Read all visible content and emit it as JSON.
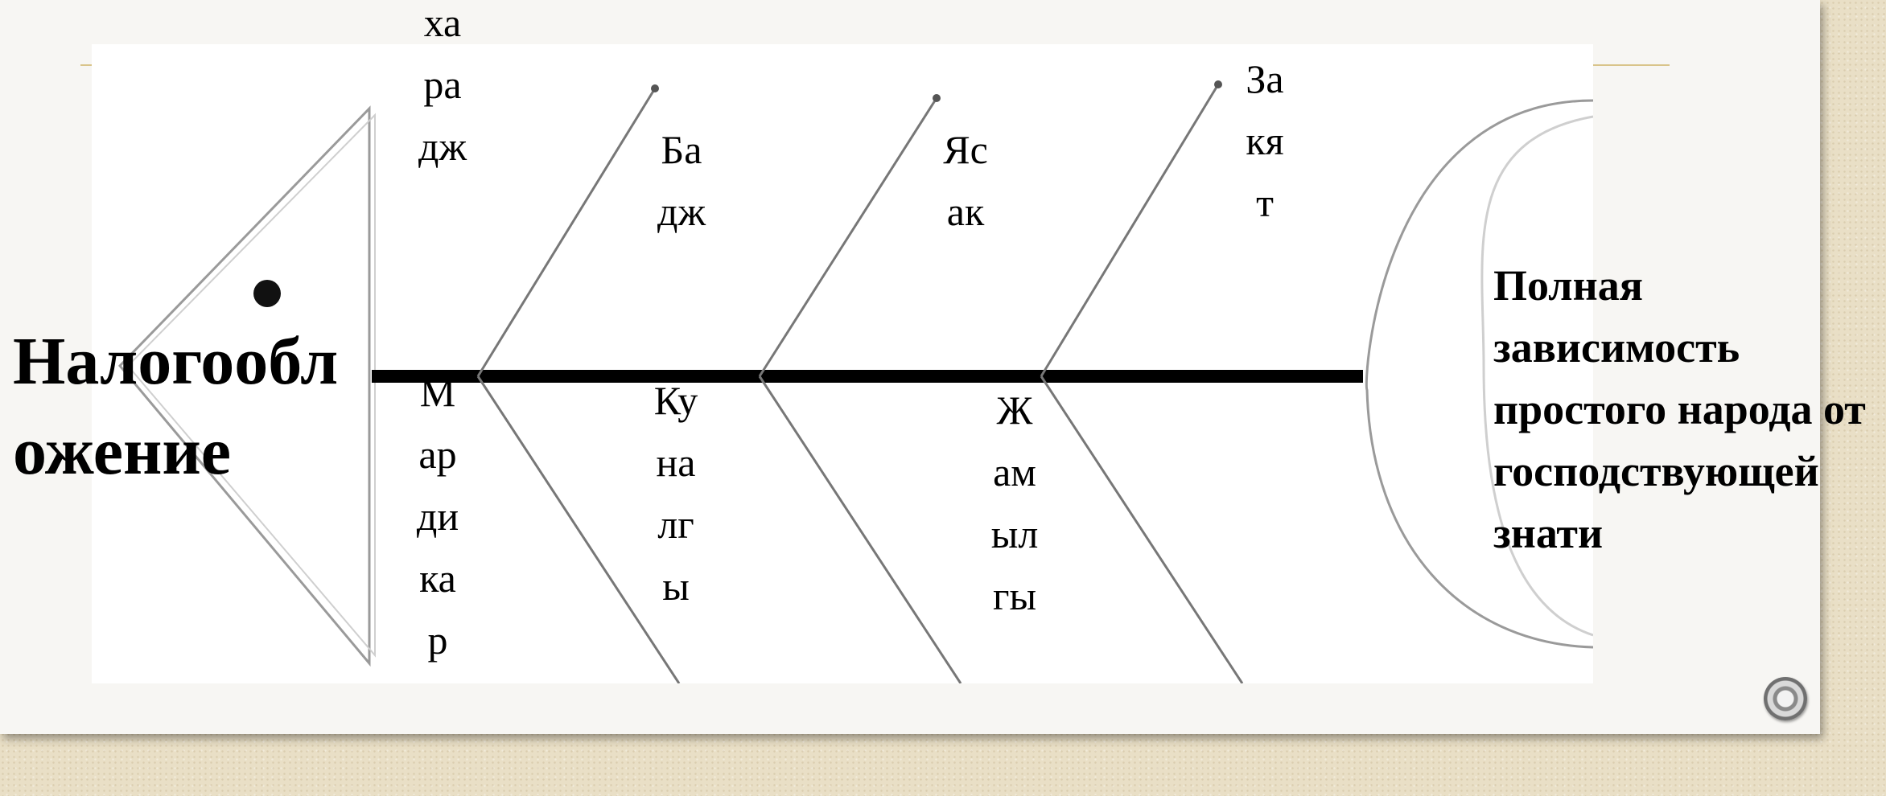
{
  "diagram": {
    "head_label": "Налогообложение",
    "result_label": "Полная зависимость простого народа от господствующей знати",
    "causes": {
      "kharadzh": "харадж",
      "badzh": "Бадж",
      "yasak": "Ясак",
      "zakyat": "Закят",
      "mardikar": "Мардикар",
      "kunalgy": "Куналгы",
      "zhamylgy": "Жамылгы"
    }
  }
}
